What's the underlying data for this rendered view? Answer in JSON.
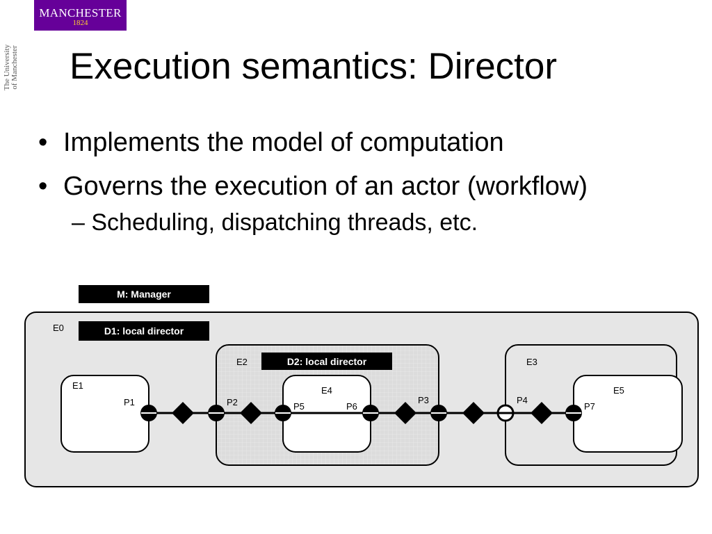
{
  "branding": {
    "logo_name": "MANCHESTER",
    "logo_year": "1824",
    "side_line1": "The University",
    "side_line2": "of Manchester"
  },
  "slide": {
    "title": "Execution semantics: Director",
    "bullets": [
      "Implements the model of computation",
      "Governs the execution of an actor (workflow)"
    ],
    "sub_bullet": "Scheduling, dispatching threads, etc."
  },
  "diagram": {
    "manager_label": "M: Manager",
    "e0_label": "E0",
    "d1_label": "D1: local director",
    "e1_label": "E1",
    "e2_label": "E2",
    "d2_label": "D2: local director",
    "e3_label": "E3",
    "e4_label": "E4",
    "e5_label": "E5",
    "ports": [
      "P1",
      "P2",
      "P5",
      "P6",
      "P3",
      "P4",
      "P7"
    ]
  },
  "colors": {
    "brand_purple": "#660099",
    "brand_gold": "#ffcc33",
    "outer_fill": "#e6e6e6",
    "composite_fill": "#dddddd"
  }
}
